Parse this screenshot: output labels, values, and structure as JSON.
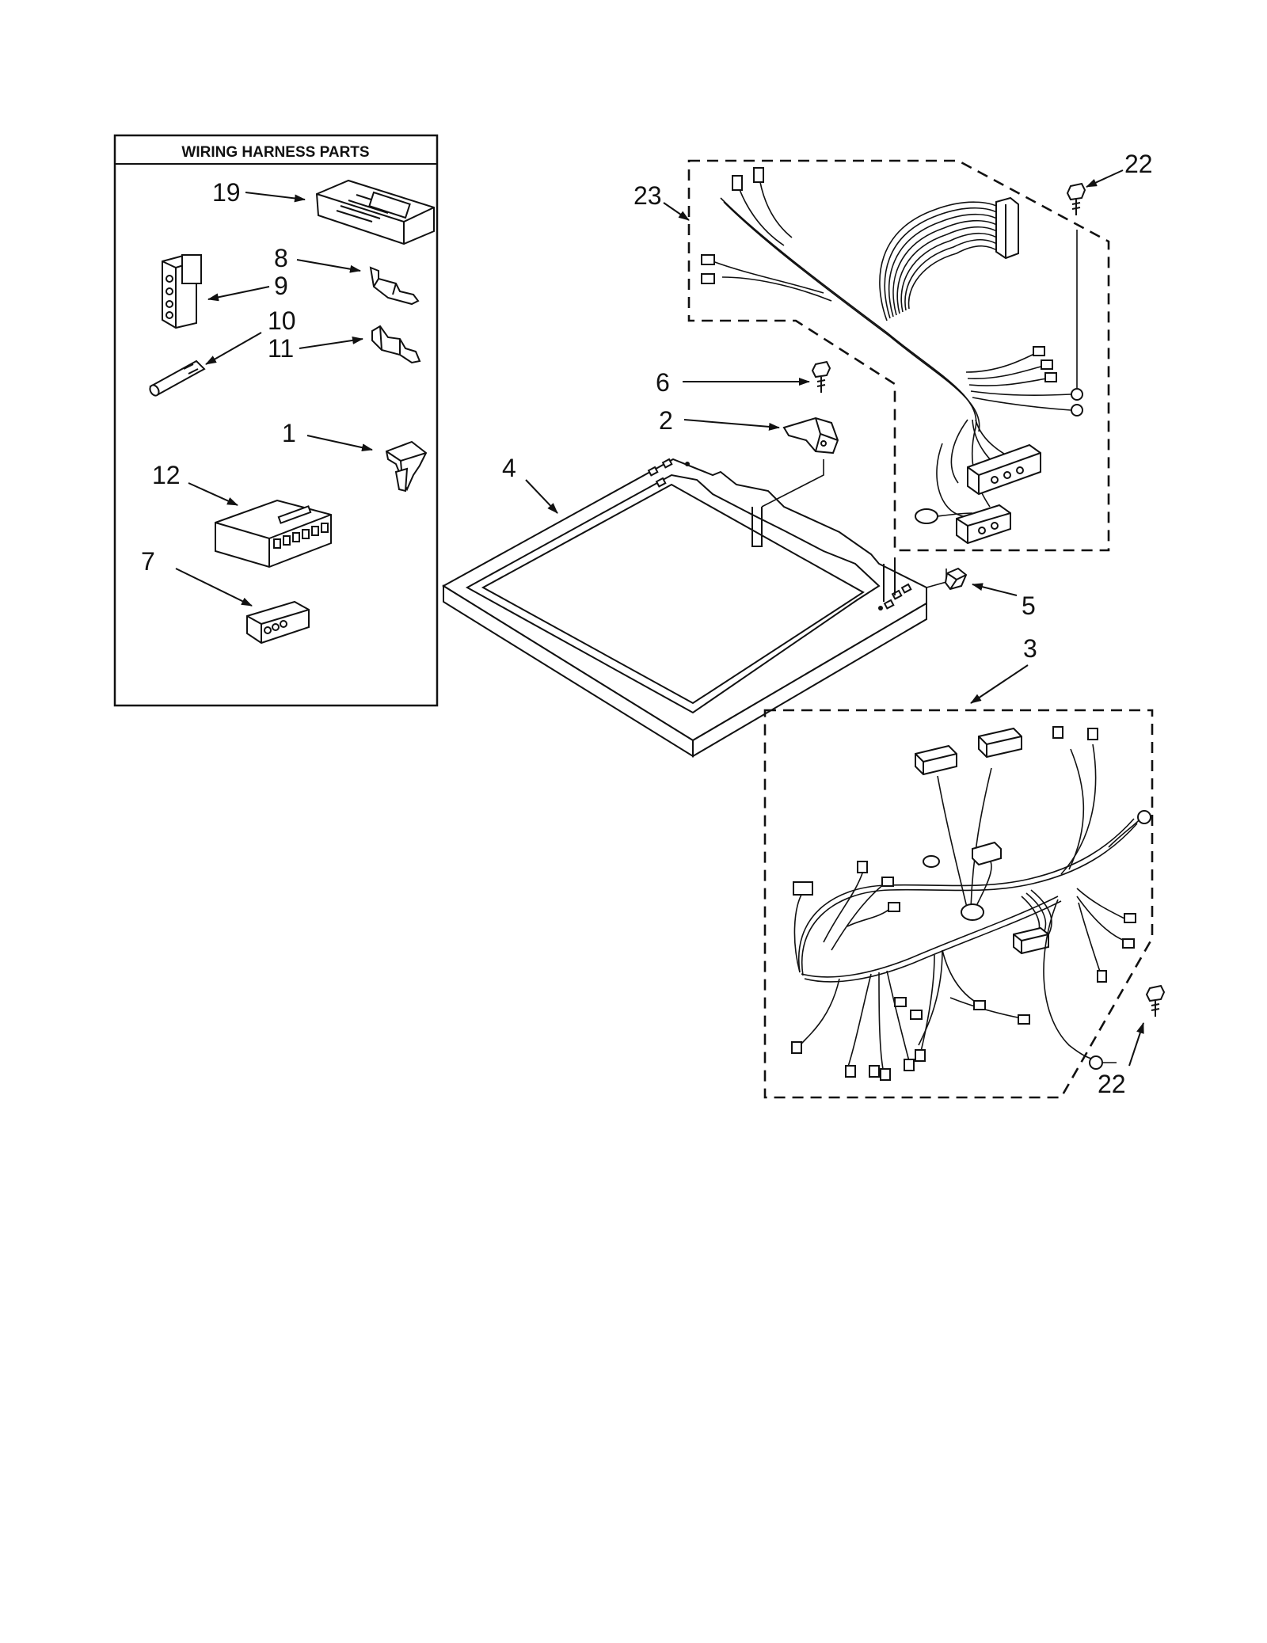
{
  "legend": {
    "title": "WIRING HARNESS PARTS"
  },
  "callouts": {
    "c19": "19",
    "c8": "8",
    "c9": "9",
    "c10": "10",
    "c11": "11",
    "c1": "1",
    "c12": "12",
    "c7": "7",
    "c23": "23",
    "c22a": "22",
    "c6": "6",
    "c2": "2",
    "c4": "4",
    "c5": "5",
    "c3": "3",
    "c22b": "22"
  },
  "colors": {
    "ink": "#111111",
    "paper": "#ffffff"
  }
}
